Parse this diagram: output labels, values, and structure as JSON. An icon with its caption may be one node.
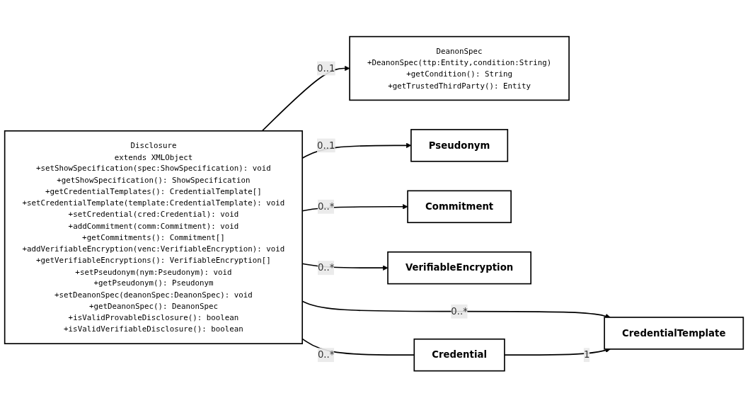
{
  "diagram": {
    "nodes": [
      {
        "text": [
          "Disclosure",
          "extends XMLObject",
          "+setShowSpecification(spec:ShowSpecification): void",
          "+getShowSpecification(): ShowSpecification",
          "+getCredentialTemplates(): CredentialTemplate[]",
          "+setCredentialTemplate(template:CredentialTemplate): void",
          "+setCredential(cred:Credential): void",
          "+addCommitment(comm:Commitment): void",
          "+getCommitments(): Commitment[]",
          "+addVerifiableEncryption(venc:VerifiableEncryption): void",
          "+getVerifiableEncryptions(): VerifiableEncryption[]",
          "+setPseudonym(nym:Pseudonym): void",
          "+getPseudonym(): Pseudonym",
          "+setDeanonSpec(deanonSpec:DeanonSpec): void",
          "+getDeanonSpec(): DeanonSpec",
          "+isValidProvableDisclosure(): boolean",
          "+isValidVerifiableDisclosure(): boolean"
        ]
      },
      {
        "text": [
          "DeanonSpec",
          "+DeanonSpec(ttp:Entity,condition:String)",
          "+getCondition(): String",
          "+getTrustedThirdParty(): Entity"
        ]
      },
      {
        "text": [
          "Pseudonym"
        ]
      },
      {
        "text": [
          "Commitment"
        ]
      },
      {
        "text": [
          "VerifiableEncryption"
        ]
      },
      {
        "text": [
          "CredentialTemplate"
        ]
      },
      {
        "text": [
          "Credential"
        ]
      }
    ],
    "edges": [
      {
        "from": 0,
        "to": 1,
        "arrow": "to",
        "label": "0..1"
      },
      {
        "from": 0,
        "to": 2,
        "arrow": "to",
        "label": "0..1"
      },
      {
        "from": 0,
        "to": 3,
        "arrow": "to",
        "label": "0..*"
      },
      {
        "from": 0,
        "to": 4,
        "arrow": "to",
        "label": "0..*"
      },
      {
        "from": 0,
        "to": 5,
        "arrow": "to",
        "label": "0..*"
      },
      {
        "from": 0,
        "to": 6,
        "arrow": "none",
        "label": "0..*"
      },
      {
        "from": 6,
        "to": 5,
        "arrow": "to",
        "label": "1"
      }
    ]
  }
}
